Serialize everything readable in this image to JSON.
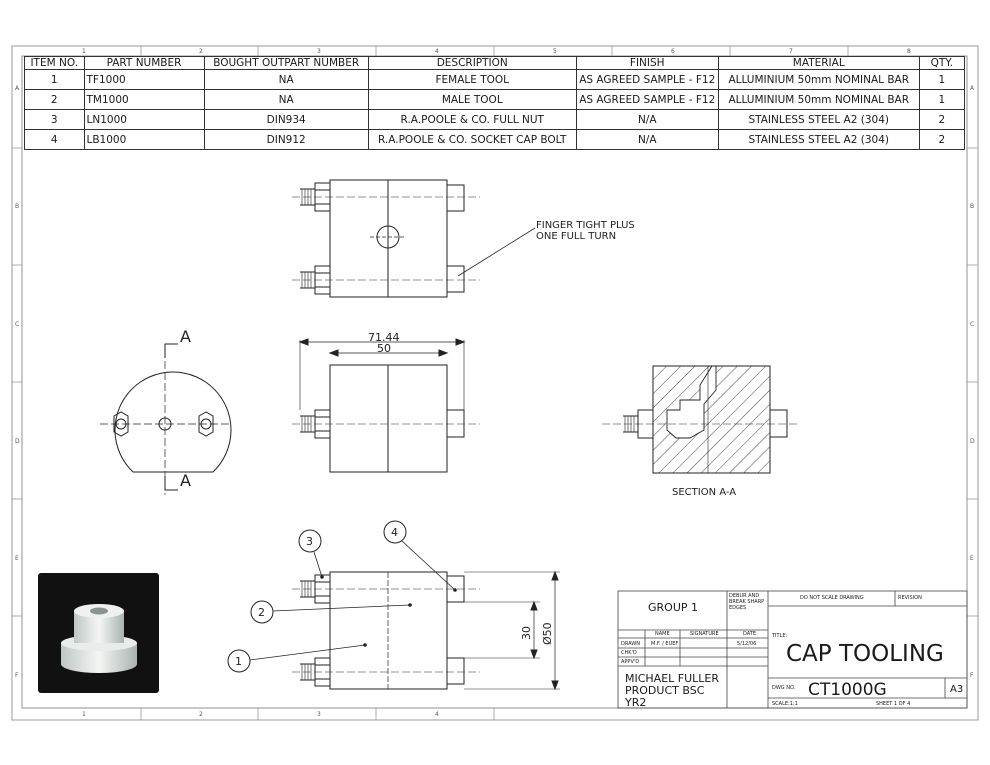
{
  "bom": {
    "headers": [
      "ITEM NO.",
      "PART NUMBER",
      "BOUGHT OUTPART NUMBER",
      "DESCRIPTION",
      "FINISH",
      "MATERIAL",
      "QTY."
    ],
    "rows": [
      [
        "1",
        "TF1000",
        "NA",
        "FEMALE TOOL",
        "AS AGREED SAMPLE - F12",
        "ALLUMINIUM 50mm NOMINAL BAR",
        "1"
      ],
      [
        "2",
        "TM1000",
        "NA",
        "MALE TOOL",
        "AS AGREED SAMPLE - F12",
        "ALLUMINIUM 50mm NOMINAL BAR",
        "1"
      ],
      [
        "3",
        "LN1000",
        "DIN934",
        "R.A.POOLE & CO. FULL NUT",
        "N/A",
        "STAINLESS STEEL A2 (304)",
        "2"
      ],
      [
        "4",
        "LB1000",
        "DIN912",
        "R.A.POOLE & CO. SOCKET CAP BOLT",
        "N/A",
        "STAINLESS STEEL A2 (304)",
        "2"
      ]
    ]
  },
  "border": {
    "cols": [
      "1",
      "2",
      "3",
      "4",
      "5",
      "6",
      "7",
      "8"
    ],
    "rows": [
      "A",
      "B",
      "C",
      "D",
      "E",
      "F"
    ]
  },
  "annotations": {
    "note_line1": "FINGER TIGHT PLUS",
    "note_line2": "ONE FULL TURN",
    "dim_overall": "71.44",
    "dim_body": "50",
    "section_letter_top": "A",
    "section_letter_bottom": "A",
    "section_label": "SECTION A-A",
    "dim_height": "30",
    "dim_diameter": "Ø50",
    "balloons": [
      "1",
      "2",
      "3",
      "4"
    ]
  },
  "title_block": {
    "group": "GROUP 1",
    "deburr": "DEBUR AND BREAK SHARP EDGES",
    "do_not_scale": "DO NOT SCALE DRAWING",
    "revision": "REVISION",
    "name_hdr": "NAME",
    "signature_hdr": "SIGNATURE",
    "date_hdr": "DATE",
    "drawn_lbl": "DRAWN",
    "drawn_name": "M.F. / EUEF",
    "drawn_date": "5/12/06",
    "chkd_lbl": "CHK'D",
    "appvd_lbl": "APPV'D",
    "title_lbl": "TITLE:",
    "title": "CAP TOOLING",
    "author_line1": "MICHAEL FULLER",
    "author_line2": "PRODUCT BSC",
    "author_line3": "YR2",
    "dwg_no_lbl": "DWG NO.",
    "dwg_no": "CT1000G",
    "size": "A3",
    "scale": "SCALE:1:1",
    "sheet": "SHEET 1 OF 4"
  },
  "colors": {
    "line": "#222222",
    "hatch": "#444444",
    "photo_bg": "#111111"
  }
}
